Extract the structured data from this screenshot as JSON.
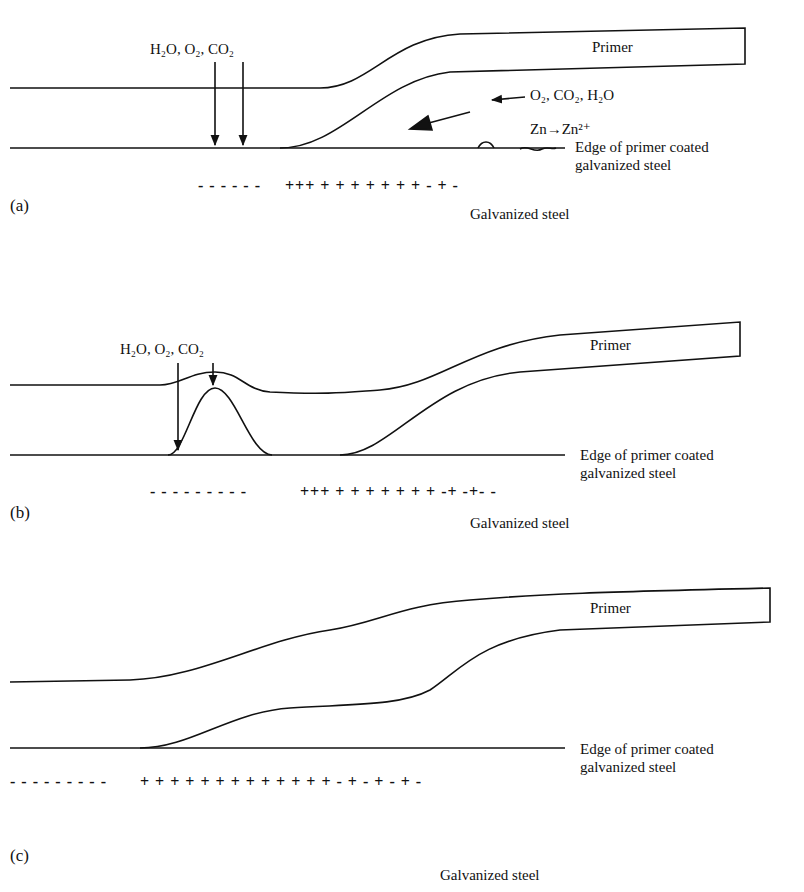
{
  "diagram": {
    "labels": [
      "H₂O, O₂, CO₂",
      "Primer",
      "O₂, CO₂, H₂O",
      "Zn→Zn²⁺",
      "Edge of primer coated galvanized steel",
      "- - - - - -",
      "+++ + + + + + + + - + -",
      "(a)",
      "Galvanized steel",
      "H₂O, O₂, CO₂",
      "Primer",
      "Edge of primer coated galvanized steel",
      "- - - - - - - - -",
      "+++ + + + + + + + -+ -+- -",
      "(b)",
      "Galvanized steel",
      "Primer",
      "Edge of primer coated galvanized steel",
      "- - - - - - - - -",
      "+ + + + + + + + + + + + + - + - + - + -",
      "(c)",
      "Galvanized steel"
    ]
  }
}
